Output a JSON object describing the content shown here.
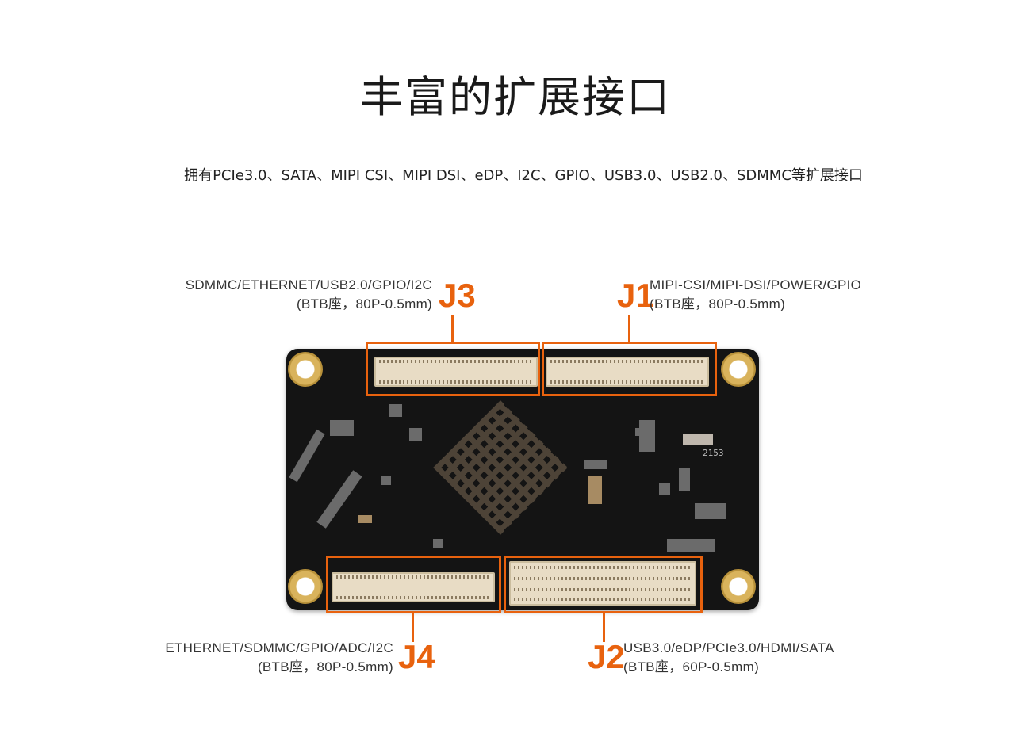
{
  "header": {
    "title": "丰富的扩展接口",
    "subtitle": "拥有PCIe3.0、SATA、MIPI CSI、MIPI DSI、eDP、I2C、GPIO、USB3.0、USB2.0、SDMMC等扩展接口"
  },
  "colors": {
    "accent": "#e8620e",
    "board": "#141414",
    "text": "#333333"
  },
  "connectors": {
    "j3": {
      "tag": "J3",
      "line1": "SDMMC/ETHERNET/USB2.0/GPIO/I2C",
      "line2": "(BTB座，80P-0.5mm)"
    },
    "j1": {
      "tag": "J1",
      "line1": "MIPI-CSI/MIPI-DSI/POWER/GPIO",
      "line2": "(BTB座，80P-0.5mm)"
    },
    "j4": {
      "tag": "J4",
      "line1": "ETHERNET/SDMMC/GPIO/ADC/I2C",
      "line2": "(BTB座，80P-0.5mm)"
    },
    "j2": {
      "tag": "J2",
      "line1": "USB3.0/eDP/PCIe3.0/HDMI/SATA",
      "line2": "(BTB座，60P-0.5mm)"
    }
  },
  "board": {
    "silkscreen": "2153"
  }
}
